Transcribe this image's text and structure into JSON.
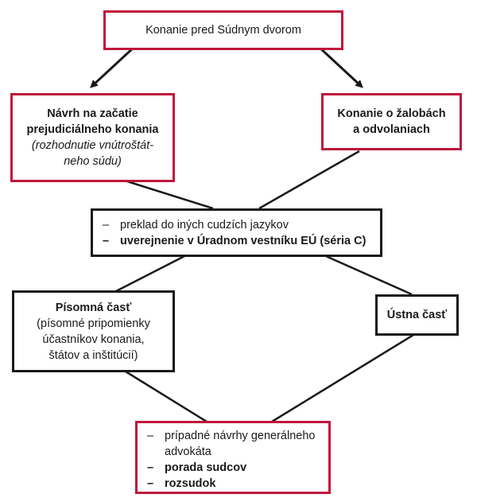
{
  "colors": {
    "accent": "#c0163c",
    "line": "#1a1a1a"
  },
  "top": {
    "label": "Konanie pred Súdnym dvorom"
  },
  "left_request": {
    "title_line1": "Návrh na začatie",
    "title_line2": "prejudiciálneho konania",
    "note_line1": "(rozhodnutie vnútroštát-",
    "note_line2": "neho súdu)"
  },
  "right_actions": {
    "line1": "Konanie o žalobách",
    "line2": "a odvolaniach"
  },
  "middle": {
    "items": [
      {
        "dash": "–",
        "text": "preklad do iných cudzích jazykov"
      },
      {
        "dash": "–",
        "text": "uverejnenie v Úradnom vestníku EÚ (séria C)"
      }
    ]
  },
  "written": {
    "title": "Písomná časť",
    "line1": "(písomné pripomienky",
    "line2": "účastníkov konania,",
    "line3": "štátov a inštitúcií)"
  },
  "oral": {
    "title": "Ústna časť"
  },
  "bottom": {
    "items": [
      {
        "dash": "–",
        "text": "prípadné návrhy generálneho"
      },
      {
        "dash": "",
        "text": "advokáta"
      },
      {
        "dash": "–",
        "text": "porada sudcov"
      },
      {
        "dash": "–",
        "text": "rozsudok"
      }
    ]
  }
}
